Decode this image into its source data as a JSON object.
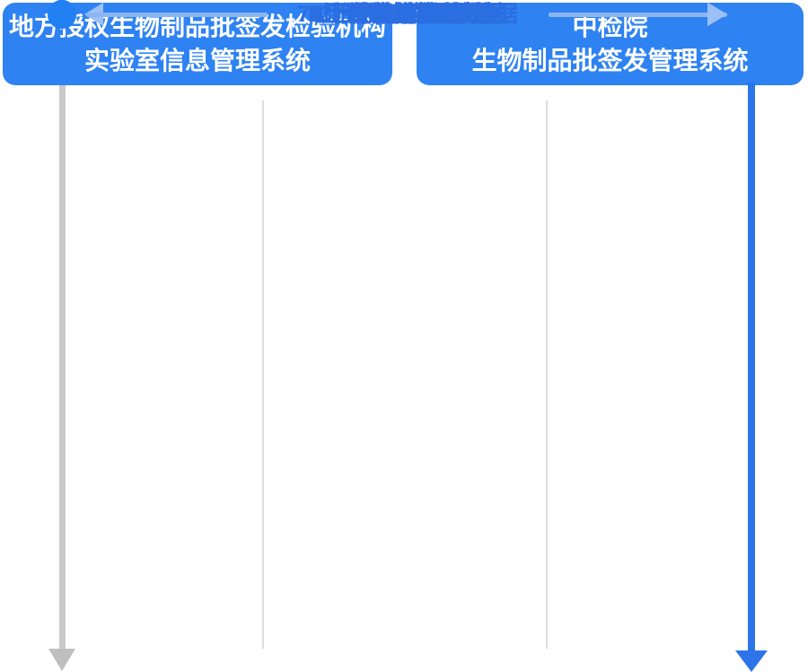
{
  "left_system": {
    "line1": "地方授权生物制品批签发检验机构",
    "line2": "实验室信息管理系统"
  },
  "right_system": {
    "line1": "中检院",
    "line2": "生物制品批签发管理系统"
  },
  "messages": [
    {
      "label": "1 下载申请表单数据",
      "direction": "left"
    },
    {
      "label": "2 下载表单附件数据",
      "direction": "left"
    },
    {
      "label": "3 上传抽样量数据",
      "direction": "right"
    },
    {
      "label": "4上传收检状态数据",
      "direction": "right"
    },
    {
      "label": "5 上传检定结果数据",
      "direction": "right"
    },
    {
      "label": "6 上传数据变更数据",
      "direction": "right"
    },
    {
      "label": "7 上传批签发公示数据",
      "direction": "right"
    },
    {
      "label": "8 上传退撤检验数据",
      "direction": "right"
    }
  ],
  "colors": {
    "system_box_blue": "#2e82f2",
    "dot_blue": "#2181f2",
    "arrow_stem_blue": "#8cb6f2",
    "arrow_head_blue": "#9cc0f5",
    "label_text_blue": "#2b6ee2",
    "lifeline_blue": "#2d74e9",
    "lifeline_gray": "#c9c9c9",
    "lane_divider_gray": "#dcdcdc",
    "header_text": "#ffffff"
  }
}
